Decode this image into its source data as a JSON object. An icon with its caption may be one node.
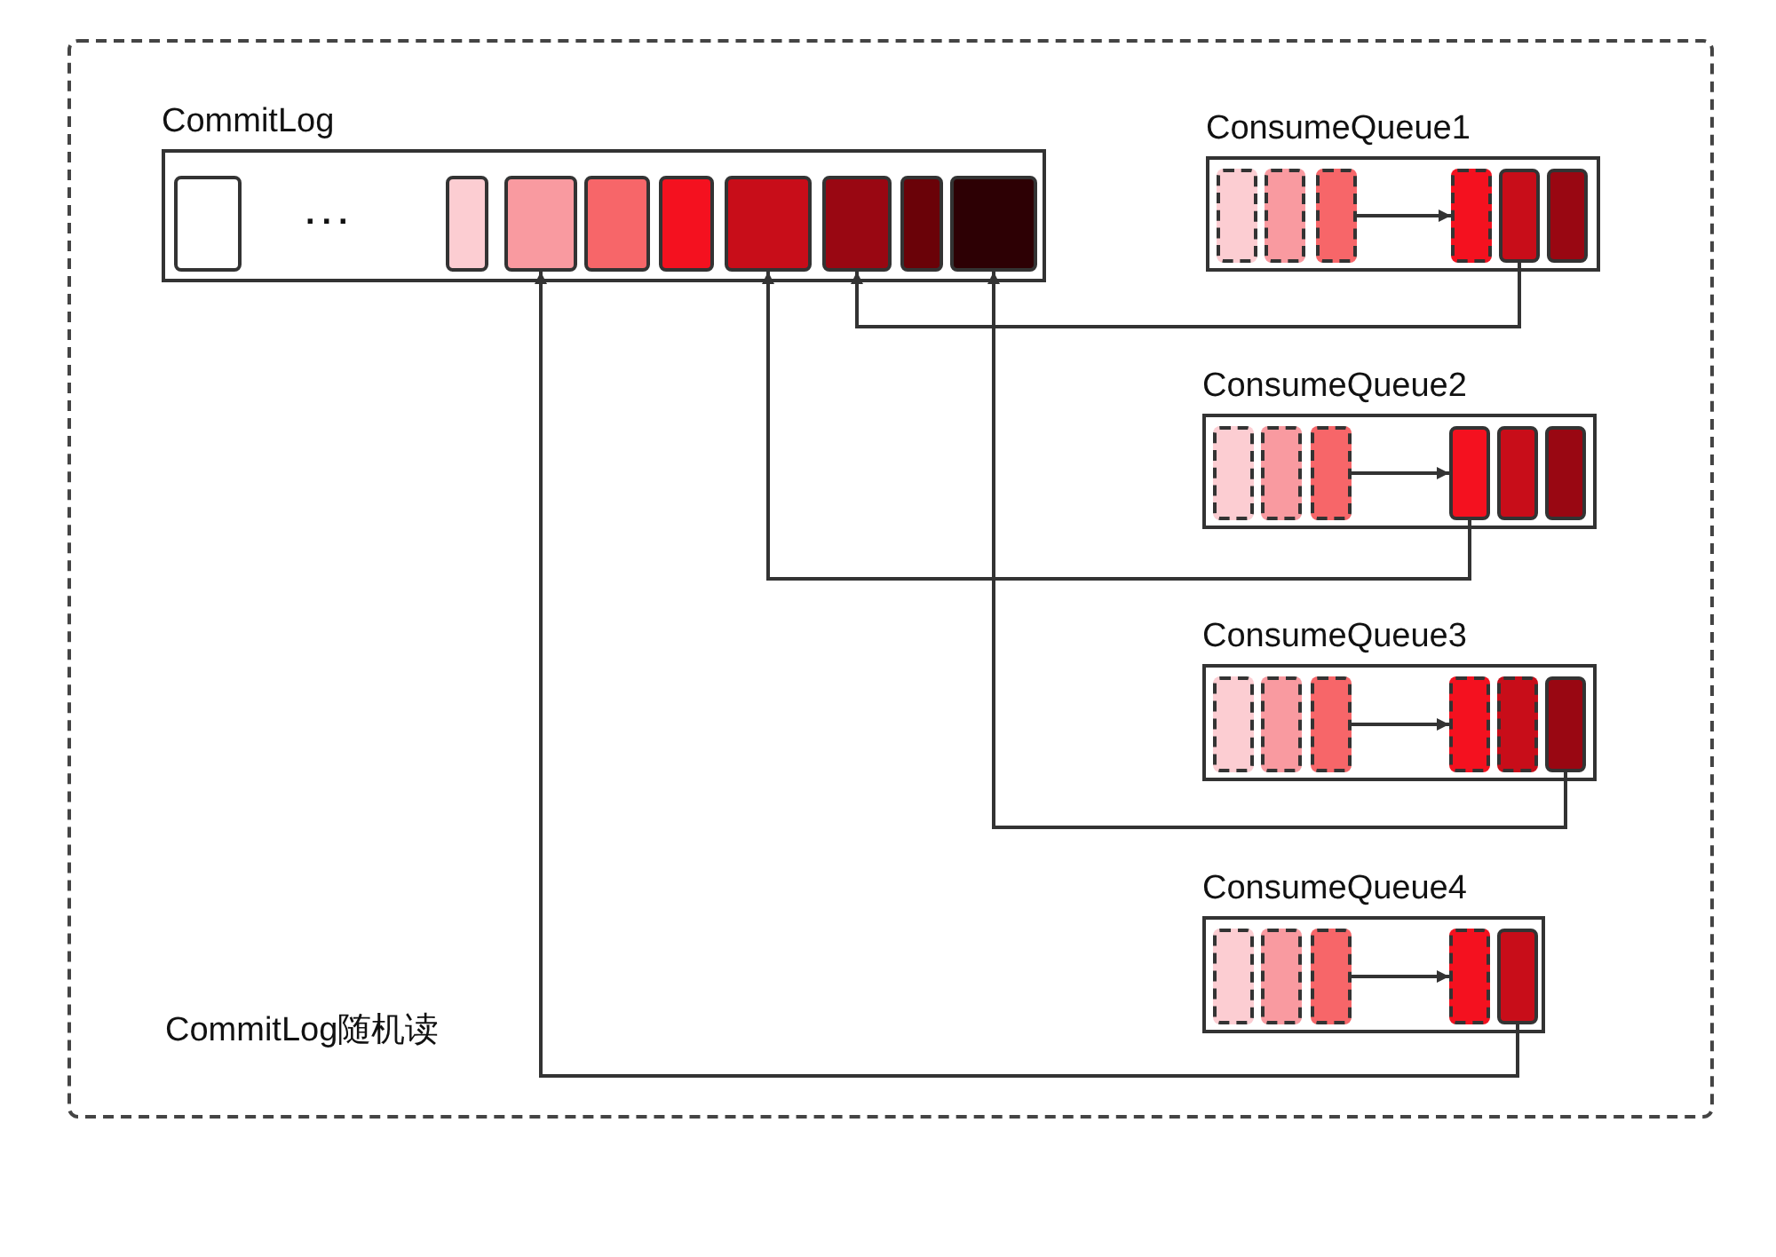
{
  "diagram": {
    "nodes": [
      {
        "text": [],
        "shape": "box"
      },
      {
        "text": [
          "CommitLog"
        ],
        "in": 0
      },
      {
        "text": [],
        "shape": "box",
        "in": 1
      },
      {
        "text": [],
        "shape": "box",
        "in": 1
      },
      {
        "text": [],
        "shape": "box",
        "in": 1
      },
      {
        "text": [],
        "shape": "box",
        "in": 1
      },
      {
        "text": [],
        "shape": "box",
        "in": 1
      },
      {
        "text": [],
        "shape": "box",
        "in": 1
      },
      {
        "text": [],
        "shape": "box",
        "in": 1
      },
      {
        "text": [],
        "shape": "box",
        "in": 1
      },
      {
        "text": [],
        "shape": "box",
        "in": 1
      },
      {
        "text": [
          "ConsumeQueue1"
        ],
        "in": 0
      },
      {
        "text": [],
        "shape": "box",
        "in": 11
      },
      {
        "text": [],
        "shape": "box",
        "in": 11
      },
      {
        "text": [],
        "shape": "box",
        "in": 11
      },
      {
        "text": [],
        "shape": "box",
        "in": 11
      },
      {
        "text": [],
        "shape": "box",
        "in": 11
      },
      {
        "text": [],
        "shape": "box",
        "in": 11
      },
      {
        "text": [
          "ConsumeQueue2"
        ],
        "in": 0
      },
      {
        "text": [],
        "shape": "box",
        "in": 18
      },
      {
        "text": [],
        "shape": "box",
        "in": 18
      },
      {
        "text": [],
        "shape": "box",
        "in": 18
      },
      {
        "text": [],
        "shape": "box",
        "in": 18
      },
      {
        "text": [],
        "shape": "box",
        "in": 18
      },
      {
        "text": [],
        "shape": "box",
        "in": 18
      },
      {
        "text": [
          "ConsumeQueue3"
        ],
        "in": 0
      },
      {
        "text": [],
        "shape": "box",
        "in": 25
      },
      {
        "text": [],
        "shape": "box",
        "in": 25
      },
      {
        "text": [],
        "shape": "box",
        "in": 25
      },
      {
        "text": [],
        "shape": "box",
        "in": 25
      },
      {
        "text": [],
        "shape": "box",
        "in": 25
      },
      {
        "text": [],
        "shape": "box",
        "in": 25
      },
      {
        "text": [
          "ConsumeQueue4"
        ],
        "in": 0
      },
      {
        "text": [],
        "shape": "box",
        "in": 32
      },
      {
        "text": [],
        "shape": "box",
        "in": 32
      },
      {
        "text": [],
        "shape": "box",
        "in": 32
      },
      {
        "text": [],
        "shape": "box",
        "in": 32
      },
      {
        "text": [],
        "shape": "box",
        "in": 32
      }
    ],
    "edges": [
      {
        "from": 14,
        "to": 15,
        "arrow": "to"
      },
      {
        "from": 21,
        "to": 22,
        "arrow": "to"
      },
      {
        "from": 28,
        "to": 29,
        "arrow": "to"
      },
      {
        "from": 35,
        "to": 36,
        "arrow": "to"
      },
      {
        "from": 16,
        "to": 8,
        "arrow": "to"
      },
      {
        "from": 22,
        "to": 7,
        "arrow": "to"
      },
      {
        "from": 31,
        "to": 10,
        "arrow": "to"
      },
      {
        "from": 37,
        "to": 4,
        "arrow": "to"
      }
    ],
    "labels": [
      "...",
      "CommitLog随机读"
    ]
  }
}
